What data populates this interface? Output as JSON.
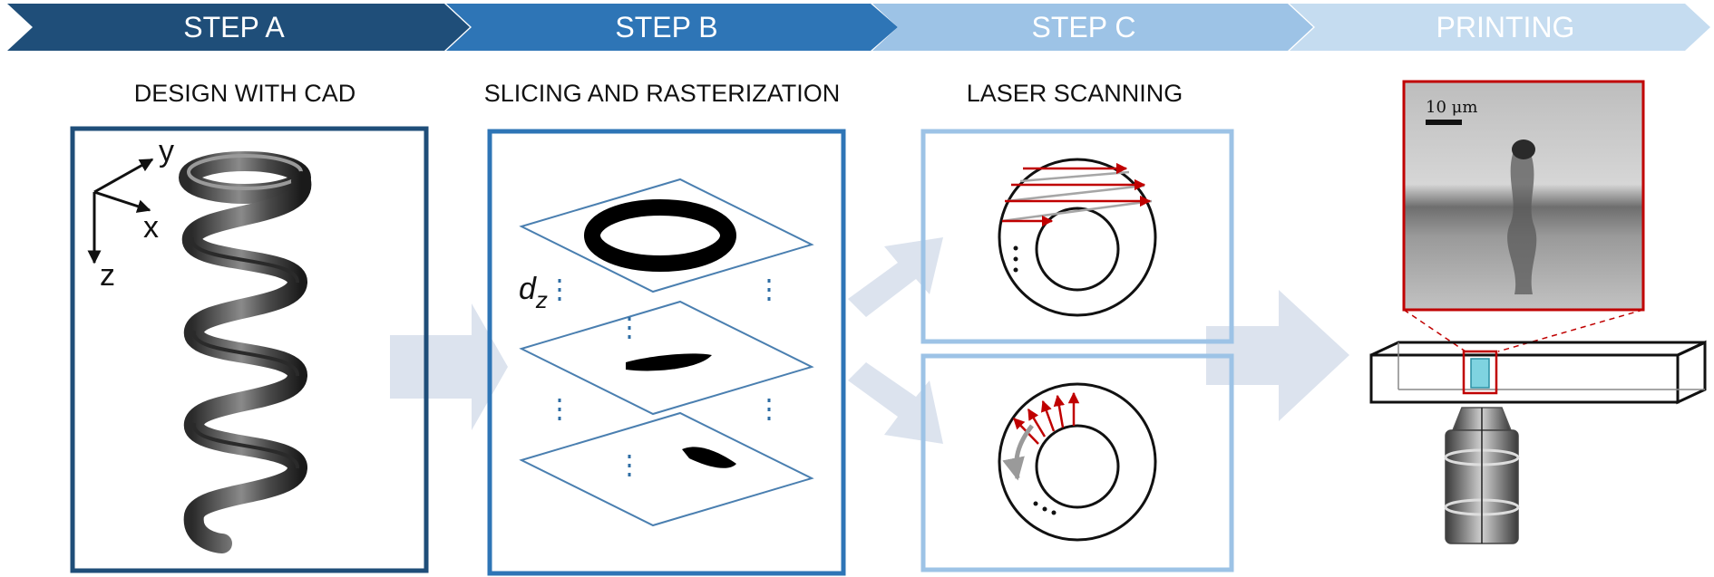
{
  "steps": [
    {
      "label": "STEP A",
      "color": "#1f4e79"
    },
    {
      "label": "STEP B",
      "color": "#2e75b6"
    },
    {
      "label": "STEP C",
      "color": "#9dc3e6"
    },
    {
      "label": "PRINTING",
      "color": "#c5dcf0"
    }
  ],
  "stage_titles": {
    "a": "DESIGN WITH CAD",
    "b": "SLICING AND RASTERIZATION",
    "c": "LASER SCANNING"
  },
  "axes": {
    "x": "x",
    "y": "y",
    "z": "z"
  },
  "slice_spacing_label": "d",
  "slice_spacing_sub": "z",
  "scale_bar_label": "10 μm",
  "colors": {
    "dark_blue": "#1f4e79",
    "mid_blue": "#2e75b6",
    "light_blue": "#9dc3e6",
    "arrow_gray": "#dce3ee",
    "red": "#c00000",
    "scan_gray": "#a6a6a6"
  }
}
